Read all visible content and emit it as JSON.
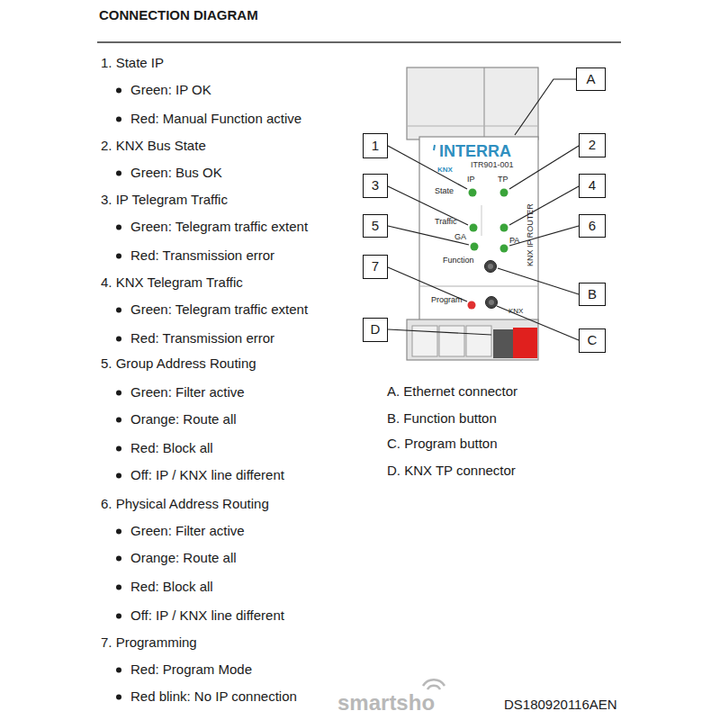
{
  "diagram": {
    "title": "CONNECTION DIAGRAM",
    "nodes": [
      {
        "text": [
          "A"
        ]
      },
      {
        "text": [
          "1"
        ]
      },
      {
        "text": [
          "2"
        ]
      },
      {
        "text": [
          "3"
        ]
      },
      {
        "text": [
          "4"
        ]
      },
      {
        "text": [
          "5"
        ]
      },
      {
        "text": [
          "6"
        ]
      },
      {
        "text": [
          "7"
        ]
      },
      {
        "text": [
          "B"
        ]
      },
      {
        "text": [
          "D"
        ]
      },
      {
        "text": [
          "C"
        ]
      }
    ],
    "labels": [
      "1. State IP",
      "Green: IP OK",
      "Red: Manual Function active",
      "2. KNX Bus State",
      "Green: Bus OK",
      "3. IP Telegram Traffic",
      "Green: Telegram traffic extent",
      "Red: Transmission error",
      "4. KNX Telegram Traffic",
      "Green: Telegram traffic extent",
      "Red: Transmission error",
      "5. Group Address Routing",
      "Green: Filter active",
      "Orange: Route all",
      "Red: Block all",
      "Off: IP / KNX line different",
      "6. Physical Address Routing",
      "Green: Filter active",
      "Orange: Route all",
      "Red: Block all",
      "Off: IP / KNX line different",
      "7. Programming",
      "Red: Program Mode",
      "Red blink: No IP connection",
      "INTERRA",
      "ITR901-001",
      "KNX",
      "IP",
      "TP",
      "State",
      "Traffic",
      "GA",
      "PA",
      "Function",
      "KNX IP ROUTER",
      "Program",
      "KNX",
      "A. Ethernet connector",
      "B. Function button",
      "C. Program button",
      "D. KNX TP connector",
      "DS180920116AEN",
      "smartsho"
    ]
  }
}
